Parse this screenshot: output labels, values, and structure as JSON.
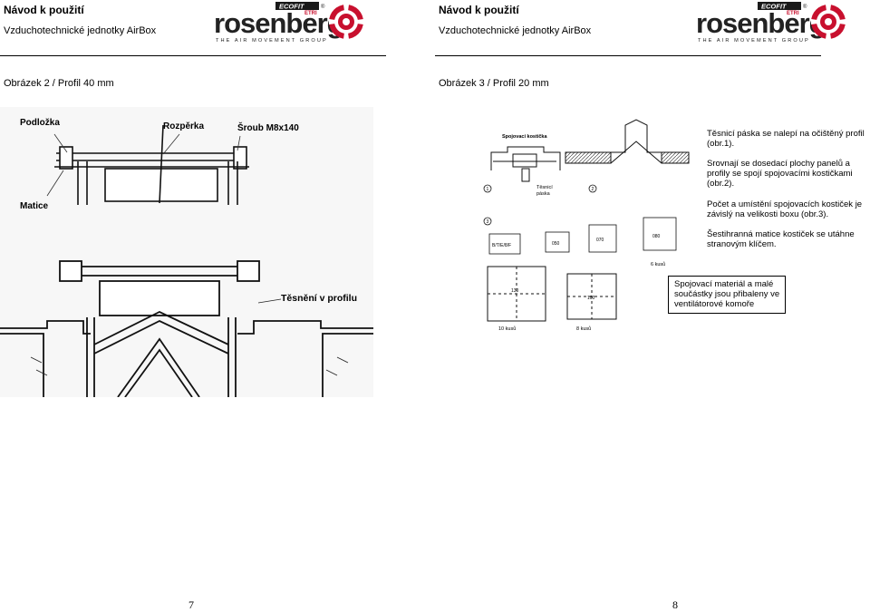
{
  "pages": [
    {
      "header": {
        "title": "Návod k použití",
        "subtitle": "Vzduchotechnické jednotky AirBox"
      },
      "logo": {
        "ecofit": "ECOFIT",
        "etri": "ETRI",
        "brand": "rosenberg",
        "tagline": "THE AIR MOVEMENT GROUP",
        "reg": "®"
      },
      "caption": "Obrázek 2  /  Profil 40 mm",
      "figure_labels": {
        "podlozka": "Podložka",
        "rozperka": "Rozpěrka",
        "sroub": "Šroub M8x140",
        "matice": "Matice",
        "tesneni": "Těsnění v profilu"
      },
      "page_number": "7"
    },
    {
      "header": {
        "title": "Návod k použití",
        "subtitle": "Vzduchotechnické jednotky AirBox"
      },
      "logo": {
        "ecofit": "ECOFIT",
        "etri": "ETRI",
        "brand": "rosenberg",
        "tagline": "THE AIR MOVEMENT GROUP",
        "reg": "®"
      },
      "caption": "Obrázek 3  /  Profil 20 mm",
      "figure_labels": {
        "kosticka": "Spojovací kostička",
        "tesnici_paska": "Těsnicí",
        "paska": "páska",
        "n1": "1",
        "n2": "2",
        "n3": "3",
        "s1": "B/T/E/8/F",
        "s2": "050",
        "s3": "070",
        "s4": "080",
        "kusu6": "6 kusů",
        "d1": "130",
        "d2": "100",
        "kusu10": "10 kusů",
        "kusu8": "8 kusů"
      },
      "notes": [
        "Těsnicí páska se nalepí na očištěný profil (obr.1).",
        "Srovnají se dosedací plochy panelů a profily se spojí spojovacími kostičkami (obr.2).",
        "Počet a umístění spojovacích kostiček je závislý na velikosti boxu (obr.3).",
        "Šestihranná matice kostiček se utáhne stranovým klíčem."
      ],
      "box_note": "Spojovací materiál a malé součástky jsou přibaleny ve ventilátorové komoře",
      "page_number": "8"
    }
  ]
}
